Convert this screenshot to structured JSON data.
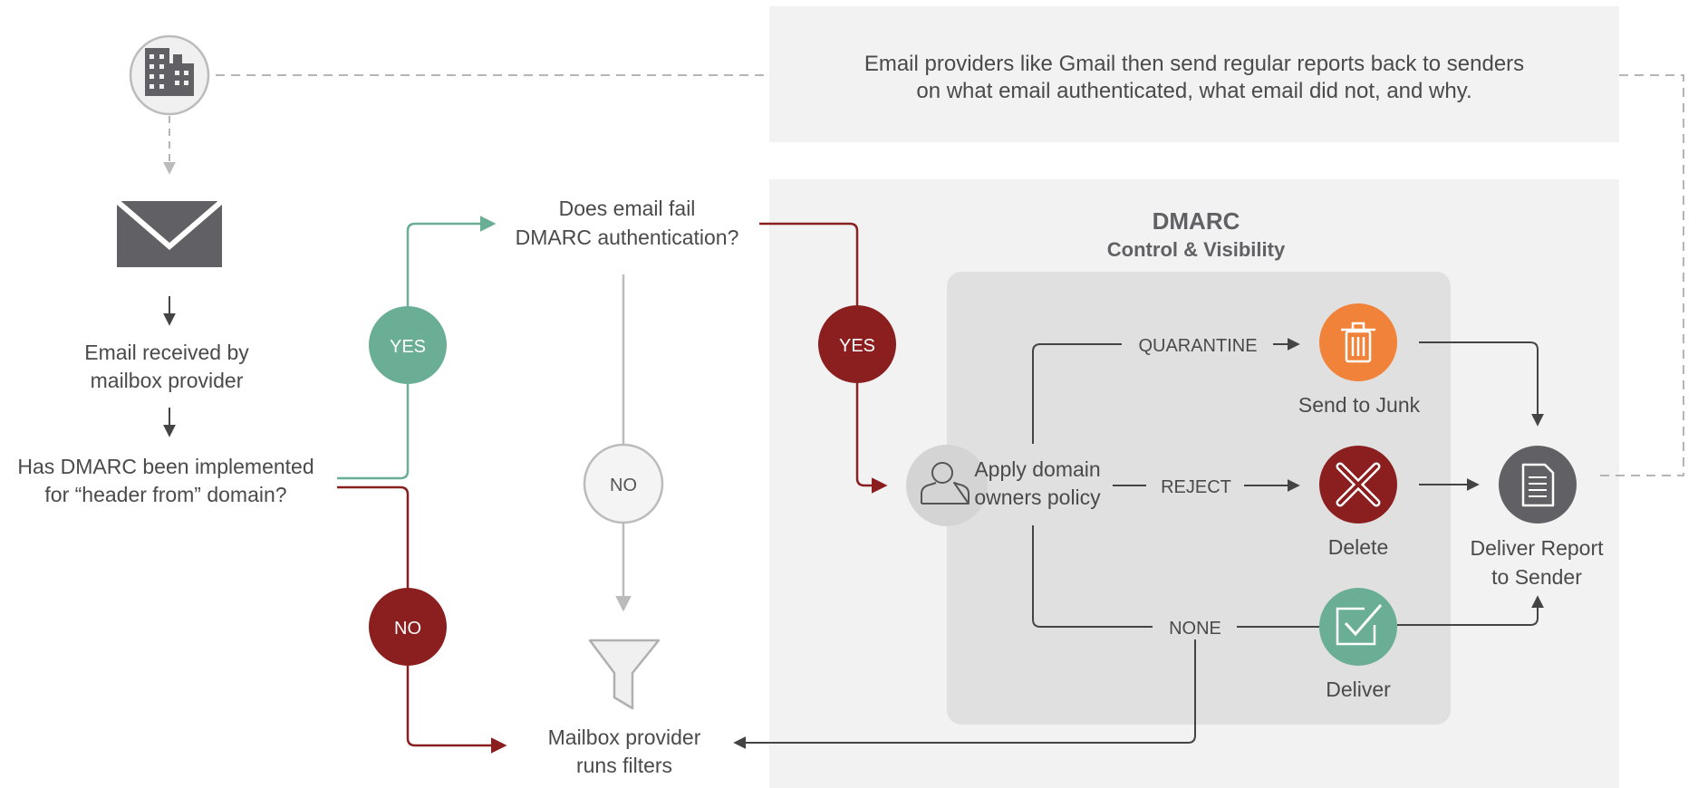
{
  "report_box": {
    "line1": "Email providers like Gmail then send regular reports back to senders",
    "line2": "on what email authenticated, what email did not, and why."
  },
  "dmarc_panel": {
    "title": "DMARC",
    "subtitle": "Control & Visibility"
  },
  "steps": {
    "received_line1": "Email received by",
    "received_line2": "mailbox provider",
    "implemented_line1": "Has DMARC been implemented",
    "implemented_line2": "for “header from” domain?",
    "fail_line1": "Does email fail",
    "fail_line2": "DMARC authentication?",
    "filters_line1": "Mailbox provider",
    "filters_line2": "runs filters",
    "policy_line1": "Apply domain",
    "policy_line2": "owners policy"
  },
  "badges": {
    "yes_implemented": "YES",
    "no_implemented": "NO",
    "no_fail": "NO",
    "yes_fail": "YES"
  },
  "policies": {
    "quarantine": "QUARANTINE",
    "reject": "REJECT",
    "none": "NONE"
  },
  "outcomes": {
    "junk": "Send to Junk",
    "delete": "Delete",
    "deliver": "Deliver",
    "report_line1": "Deliver Report",
    "report_line2": "to Sender"
  },
  "colors": {
    "green": "#6aae95",
    "dark_red": "#8b1e1e",
    "orange": "#f0823a",
    "dark_gray": "#616165",
    "light_gray_box": "#f2f2f2",
    "inner_gray_box": "#e2e2e2",
    "text": "#4a4a4a"
  },
  "icons": {
    "sender": "building-icon",
    "email": "envelope-icon",
    "filter": "funnel-icon",
    "policy": "person-icon",
    "junk": "trash-icon",
    "delete": "x-icon",
    "deliver": "checkbox-icon",
    "report": "document-icon"
  }
}
